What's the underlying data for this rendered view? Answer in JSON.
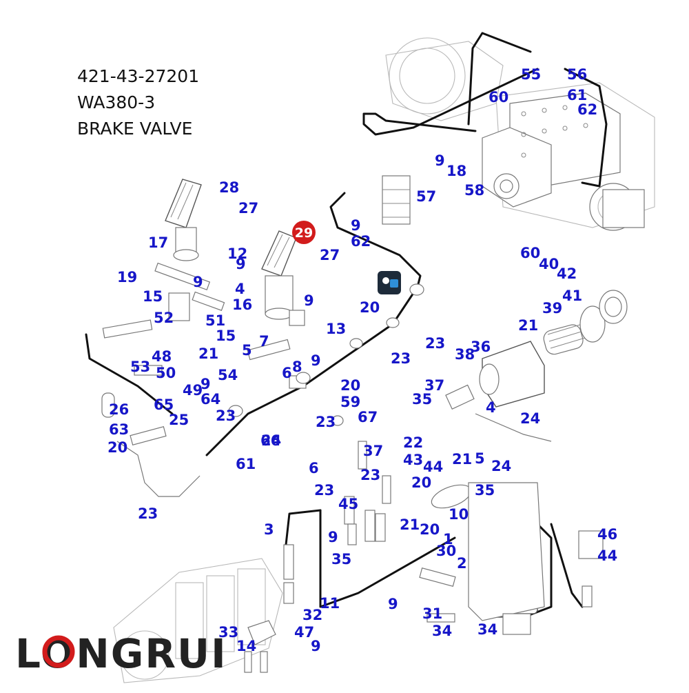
{
  "title_block": {
    "part_number": "421-43-27201",
    "model": "WA380-3",
    "description": "BRAKE VALVE"
  },
  "logo": {
    "text": "LONGRUI",
    "accent_color": "#d21c1c"
  },
  "highlight_marker": {
    "label": "29",
    "color": "#d21c1c"
  },
  "callout_color": "#1616c8",
  "callouts": [
    "28",
    "27",
    "17",
    "19",
    "9",
    "12",
    "9",
    "4",
    "16",
    "27",
    "9",
    "15",
    "52",
    "51",
    "15",
    "13",
    "20",
    "23",
    "53",
    "48",
    "50",
    "21",
    "5",
    "7",
    "8",
    "6",
    "9",
    "23",
    "20",
    "59",
    "49",
    "9",
    "54",
    "64",
    "65",
    "25",
    "26",
    "63",
    "20",
    "23",
    "24",
    "23",
    "67",
    "66",
    "61",
    "23",
    "55",
    "56",
    "60",
    "61",
    "62",
    "9",
    "18",
    "58",
    "57",
    "9",
    "62",
    "60",
    "40",
    "42",
    "41",
    "39",
    "21",
    "36",
    "38",
    "37",
    "35",
    "4",
    "24",
    "22",
    "37",
    "43",
    "44",
    "21",
    "5",
    "24",
    "6",
    "23",
    "23",
    "45",
    "20",
    "35",
    "10",
    "21",
    "20",
    "1",
    "9",
    "35",
    "30",
    "2",
    "3",
    "11",
    "9",
    "31",
    "34",
    "34",
    "32",
    "33",
    "47",
    "14",
    "9",
    "46",
    "44"
  ]
}
